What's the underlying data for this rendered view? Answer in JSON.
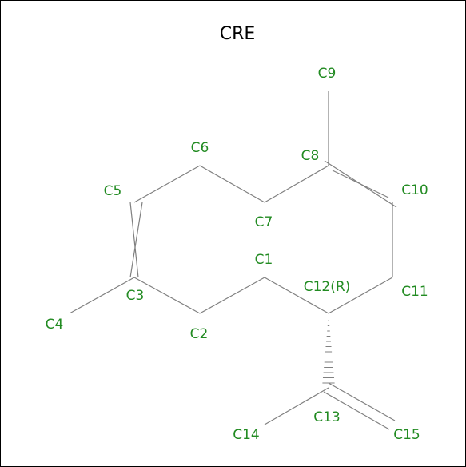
{
  "title": "CRE",
  "colors": {
    "bond": "#808080",
    "atom_label": "#228B22",
    "title": "#000000",
    "frame": "#000000"
  },
  "atoms": {
    "c1": "C1",
    "c2": "C2",
    "c3": "C3",
    "c4": "C4",
    "c5": "C5",
    "c6": "C6",
    "c7": "C7",
    "c8": "C8",
    "c9": "C9",
    "c10": "C10",
    "c11": "C11",
    "c12": "C12(R)",
    "c13": "C13",
    "c14": "C14",
    "c15": "C15"
  }
}
